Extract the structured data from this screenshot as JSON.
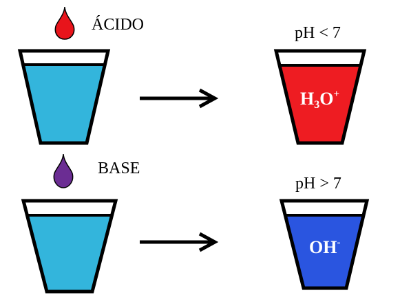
{
  "acid": {
    "label": "ÁCIDO",
    "drop_color": "#e8141b",
    "water_color": "#33b5dc",
    "result_color": "#ee1c22",
    "ph_text": "pH < 7",
    "ion_main": "H",
    "ion_sub": "3",
    "ion_rest": "O",
    "ion_charge": "+"
  },
  "base": {
    "label": "BASE",
    "drop_color": "#6b2d93",
    "water_color": "#33b5dc",
    "result_color": "#2a55e0",
    "ph_text": "pH > 7",
    "ion_main": "OH",
    "ion_charge": "-"
  }
}
